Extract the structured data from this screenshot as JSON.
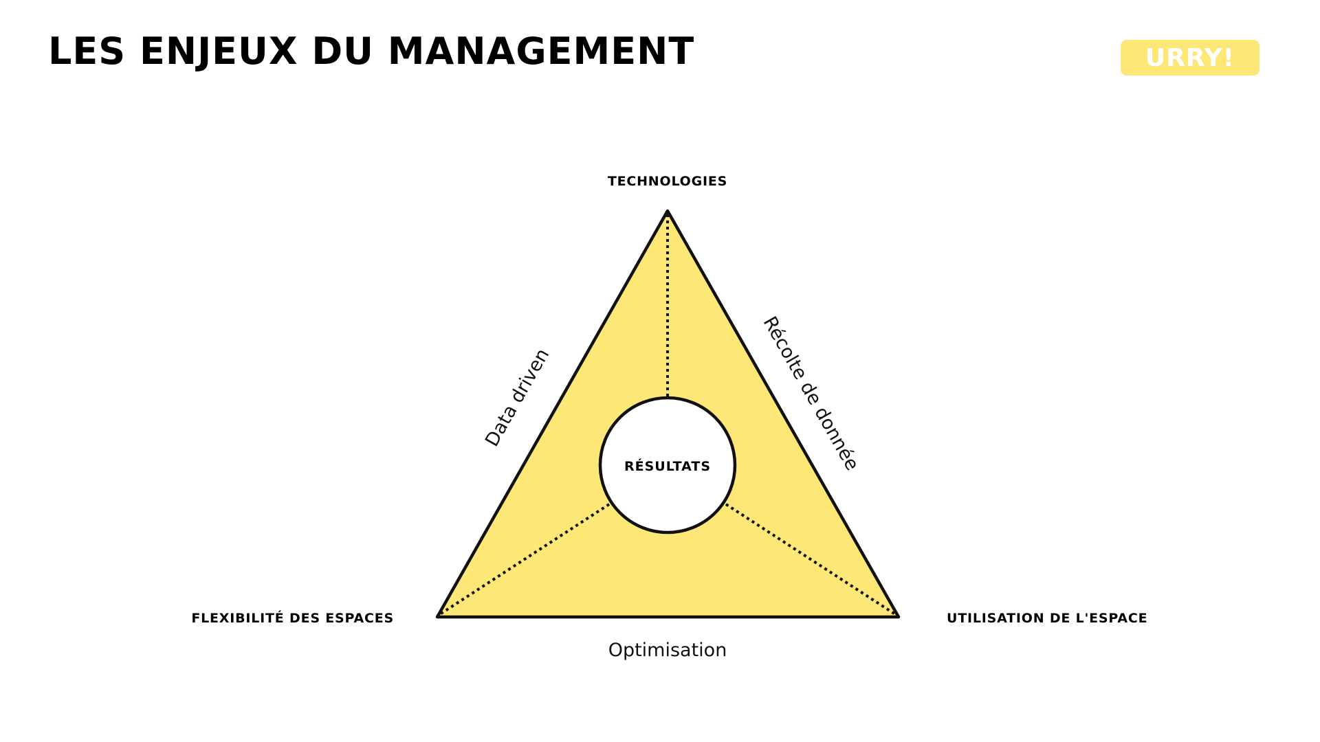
{
  "header": {
    "title": "LES ENJEUX DU MANAGEMENT",
    "logo": "URRY!"
  },
  "colors": {
    "triangle_fill": "#FDE776",
    "logo_bg": "#FDE776",
    "stroke": "#111111"
  },
  "diagram": {
    "vertices": {
      "top": "TECHNOLOGIES",
      "left": "FLEXIBILITÉ DES ESPACES",
      "right": "UTILISATION DE L'ESPACE"
    },
    "center": "RÉSULTATS",
    "edges": {
      "left": "Data driven",
      "right": "Récolte de donnée",
      "bottom": "Optimisation"
    }
  }
}
